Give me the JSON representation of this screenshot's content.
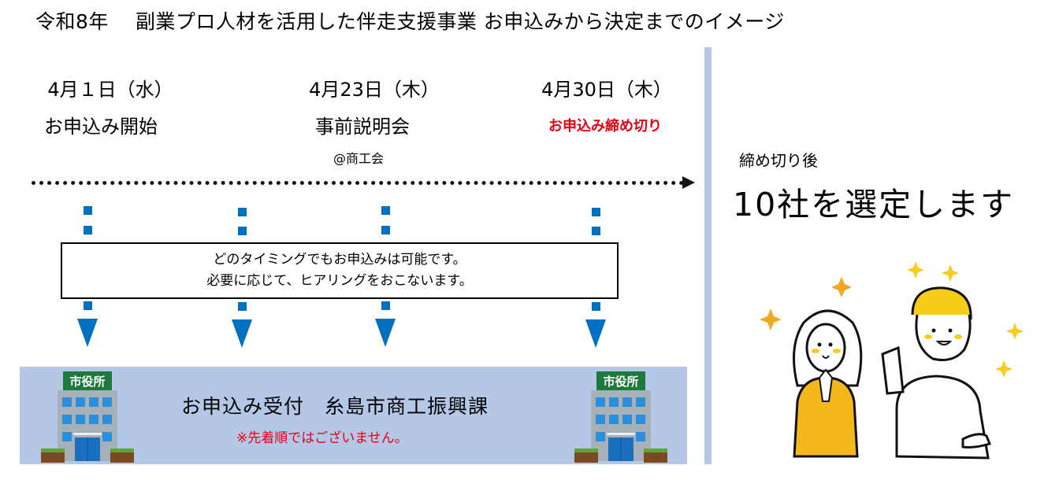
{
  "title": "令和8年　 副業プロ人材を活用した伴走支援事業 お申込みから決定までのイメージ",
  "timeline": {
    "milestones": [
      {
        "date": "4月１日（水）",
        "event": "お申込み開始",
        "note": null,
        "event_color": "#000000"
      },
      {
        "date": "4月23日（木）",
        "event": "事前説明会",
        "note": "@商工会",
        "event_color": "#000000"
      },
      {
        "date": "4月30日（木）",
        "event": "お申込み締め切り",
        "note": null,
        "event_color": "#e60012"
      }
    ],
    "arrow_color": "#111111",
    "connector_color": "#0070c0"
  },
  "note_box": {
    "line1": "どのタイミングでもお申込みは可能です。",
    "line2": "必要に応じて、ヒアリングをおこないます。"
  },
  "reception": {
    "title": "お申込み受付　糸島市商工振興課",
    "note": "※先着順ではございません。",
    "building_sign": "市役所",
    "band_color": "#b4c7e7",
    "note_color": "#e60012"
  },
  "result": {
    "label": "締め切り後",
    "headline": "10社を選定します",
    "illustration": "happy-couple-icon"
  }
}
